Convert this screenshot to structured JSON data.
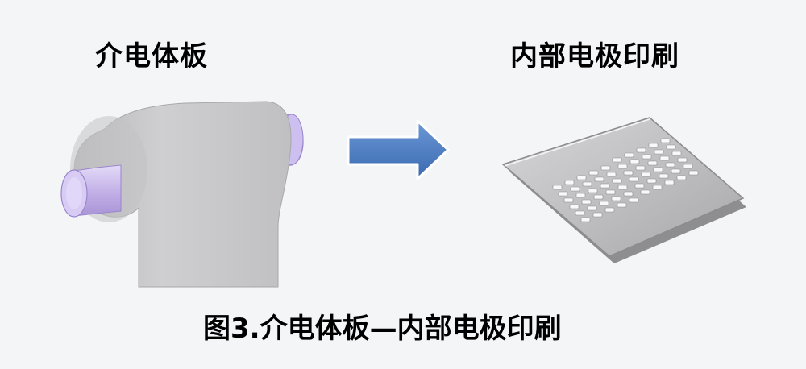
{
  "left_title": "介电体板",
  "right_title": "内部电极印刷",
  "caption": "图3.介电体板—内部电极印刷",
  "colors": {
    "background": "#f4f5f7",
    "sheet": "#c7c7c9",
    "core": "#c9b8ea",
    "arrow": "#4a7cc0",
    "plate": "#b4b4b6"
  },
  "icons": [
    "dielectric-roll-illustration",
    "right-arrow-icon",
    "printed-plate-illustration"
  ]
}
